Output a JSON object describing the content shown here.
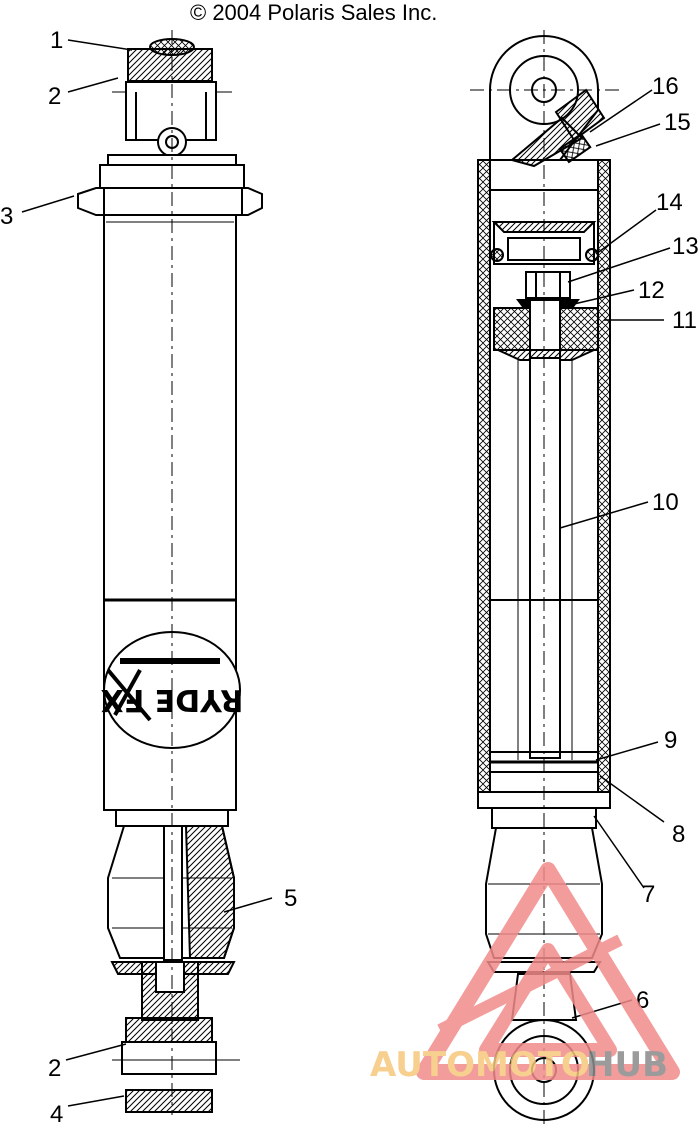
{
  "copyright": "© 2004 Polaris Sales Inc.",
  "callouts": [
    "1",
    "2",
    "3",
    "2",
    "4",
    "5",
    "16",
    "15",
    "14",
    "13",
    "12",
    "11",
    "10",
    "9",
    "8",
    "7",
    "6"
  ],
  "watermark": {
    "auto": "AUTOMOTO",
    "hub": "HUB",
    "color_red": "#f28b8b",
    "color_orange": "#f6c77c",
    "color_gray": "#8a8a8a"
  },
  "decal_text": "RYDE FX"
}
